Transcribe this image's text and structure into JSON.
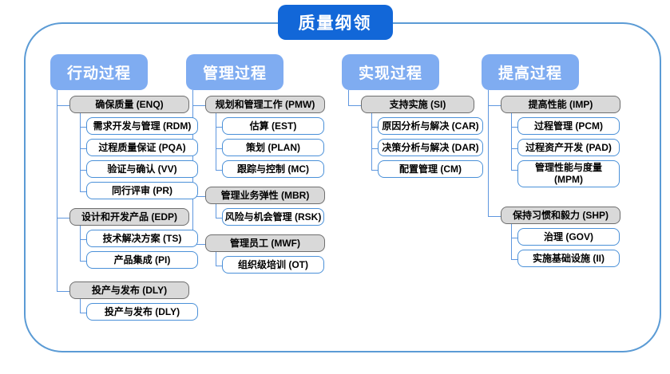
{
  "title": "质量纲领",
  "colors": {
    "title_bg": "#1267d8",
    "header_bg": "#7facf1",
    "gray_fill": "#d9d9d9",
    "gray_border": "#6e6e6e",
    "white_border": "#4a90d8",
    "connector": "#5f97df",
    "outer_border": "#5b9bd5"
  },
  "columns": [
    {
      "header": "行动过程",
      "groups": [
        {
          "label": "确保质量 (ENQ)",
          "children": [
            "需求开发与管理 (RDM)",
            "过程质量保证 (PQA)",
            "验证与确认 (VV)",
            "同行评审 (PR)"
          ]
        },
        {
          "label": "设计和开发产品 (EDP)",
          "children": [
            "技术解决方案 (TS)",
            "产品集成 (PI)"
          ]
        },
        {
          "label": "投产与发布 (DLY)",
          "children": [
            "投产与发布 (DLY)"
          ]
        }
      ]
    },
    {
      "header": "管理过程",
      "groups": [
        {
          "label": "规划和管理工作 (PMW)",
          "children": [
            "估算 (EST)",
            "策划 (PLAN)",
            "跟踪与控制 (MC)"
          ]
        },
        {
          "label": "管理业务弹性 (MBR)",
          "children": [
            "风险与机会管理 (RSK)"
          ]
        },
        {
          "label": "管理员工 (MWF)",
          "children": [
            "组织级培训 (OT)"
          ]
        }
      ]
    },
    {
      "header": "实现过程",
      "groups": [
        {
          "label": "支持实施 (SI)",
          "children": [
            "原因分析与解决 (CAR)",
            "决策分析与解决 (DAR)",
            "配置管理 (CM)"
          ]
        }
      ]
    },
    {
      "header": "提高过程",
      "groups": [
        {
          "label": "提高性能 (IMP)",
          "children": [
            "过程管理 (PCM)",
            "过程资产开发 (PAD)",
            "管理性能与度量\n(MPM)"
          ]
        },
        {
          "label": "保持习惯和毅力 (SHP)",
          "children": [
            "治理 (GOV)",
            "实施基础设施 (II)"
          ]
        }
      ]
    }
  ]
}
